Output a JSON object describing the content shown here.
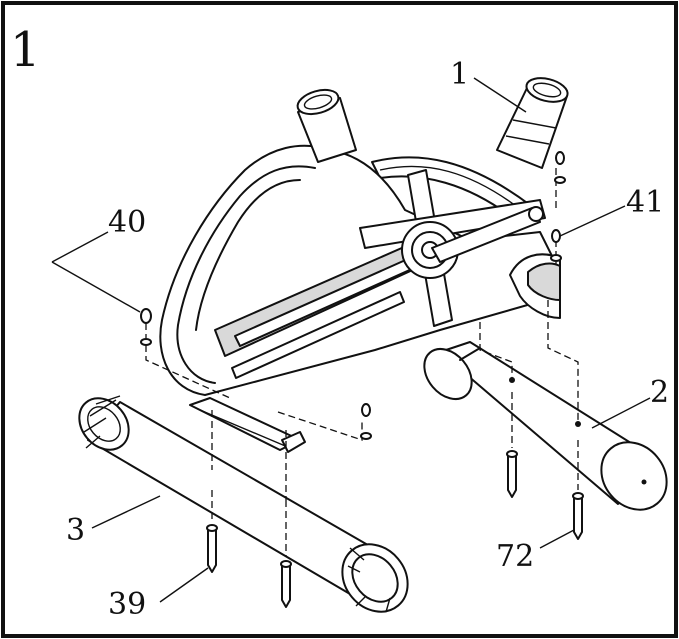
{
  "step": "1",
  "parts": {
    "p1": "1",
    "p2": "2",
    "p3": "3",
    "p39": "39",
    "p40": "40",
    "p41": "41",
    "p72": "72"
  }
}
